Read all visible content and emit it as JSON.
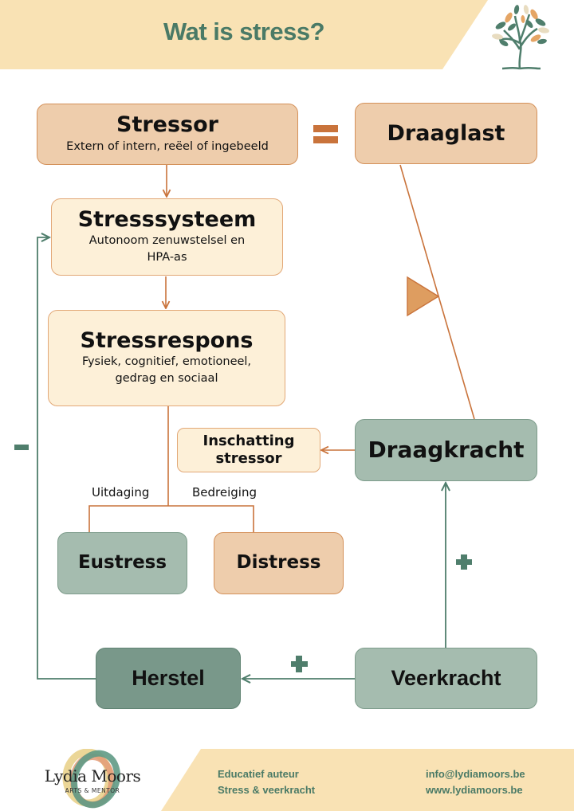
{
  "header": {
    "title": "Wat is stress?",
    "logo_icon": "tree-icon"
  },
  "colors": {
    "header_band": "#f9e2b4",
    "title_green": "#4a7a66",
    "peach_fill": "#eecdac",
    "cream_fill": "#fdf0d8",
    "sage_fill": "#a5bcaf",
    "sage_dark_fill": "#79988a",
    "orange_line": "#c9733b",
    "green_line": "#4f7e6c"
  },
  "nodes": {
    "stressor": {
      "title": "Stressor",
      "subtitle": "Extern of intern, reëel of ingebeeld"
    },
    "draaglast": {
      "title": "Draaglast"
    },
    "stresssysteem": {
      "title": "Stresssysteem",
      "subtitle_line1": "Autonoom zenuwstelsel en",
      "subtitle_line2": "HPA-as"
    },
    "stressrespons": {
      "title": "Stressrespons",
      "subtitle_line1": "Fysiek, cognitief, emotioneel,",
      "subtitle_line2": "gedrag en sociaal"
    },
    "inschatting": {
      "title_line1": "Inschatting",
      "title_line2": "stressor"
    },
    "draagkracht": {
      "title": "Draagkracht"
    },
    "eustress": {
      "title": "Eustress"
    },
    "distress": {
      "title": "Distress"
    },
    "herstel": {
      "title": "Herstel"
    },
    "veerkracht": {
      "title": "Veerkracht"
    }
  },
  "edge_labels": {
    "uitdaging": "Uitdaging",
    "bedreiging": "Bedreiging"
  },
  "symbols": {
    "equals": "equals-icon",
    "balance_wedge": "triangle-fulcrum-icon",
    "minus": "minus-icon",
    "plus_draagkracht": "plus-icon",
    "plus_herstel": "plus-icon"
  },
  "footer": {
    "brand_name": "Lydia Moors",
    "brand_tagline": "ARTS & MENTOR",
    "left_line1": "Educatief auteur",
    "left_line2": "Stress & veerkracht",
    "email": "info@lydiamoors.be",
    "website": "www.lydiamoors.be"
  }
}
